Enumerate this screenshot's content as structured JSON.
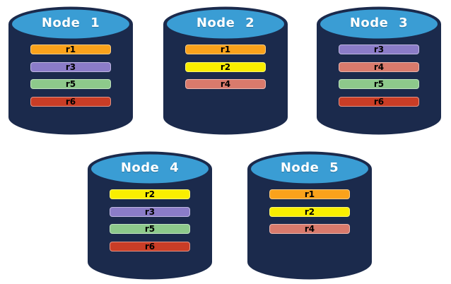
{
  "colors": {
    "background": "#FFFFFF",
    "cylinder_body": "#1B2A4C",
    "cylinder_top": "#3A9DD4",
    "title_text": "#FFFFFF",
    "bar_text": "#000000",
    "replica_r1": "#FAA21B",
    "replica_r2": "#F9EE00",
    "replica_r3": "#8B7CC8",
    "replica_r4": "#D97A6C",
    "replica_r5": "#8DC98B",
    "replica_r6": "#C93D26"
  },
  "nodes": [
    {
      "title": "Node 1",
      "bars": [
        {
          "label": "r1",
          "color": "#FAA21B"
        },
        {
          "label": "r3",
          "color": "#8B7CC8"
        },
        {
          "label": "r5",
          "color": "#8DC98B"
        },
        {
          "label": "r6",
          "color": "#C93D26"
        }
      ]
    },
    {
      "title": "Node 2",
      "bars": [
        {
          "label": "r1",
          "color": "#FAA21B"
        },
        {
          "label": "r2",
          "color": "#F9EE00"
        },
        {
          "label": "r4",
          "color": "#D97A6C"
        }
      ]
    },
    {
      "title": "Node 3",
      "bars": [
        {
          "label": "r3",
          "color": "#8B7CC8"
        },
        {
          "label": "r4",
          "color": "#D97A6C"
        },
        {
          "label": "r5",
          "color": "#8DC98B"
        },
        {
          "label": "r6",
          "color": "#C93D26"
        }
      ]
    },
    {
      "title": "Node 4",
      "bars": [
        {
          "label": "r2",
          "color": "#F9EE00"
        },
        {
          "label": "r3",
          "color": "#8B7CC8"
        },
        {
          "label": "r5",
          "color": "#8DC98B"
        },
        {
          "label": "r6",
          "color": "#C93D26"
        }
      ]
    },
    {
      "title": "Node 5",
      "bars": [
        {
          "label": "r1",
          "color": "#FAA21B"
        },
        {
          "label": "r2",
          "color": "#F9EE00"
        },
        {
          "label": "r4",
          "color": "#D97A6C"
        }
      ]
    }
  ]
}
